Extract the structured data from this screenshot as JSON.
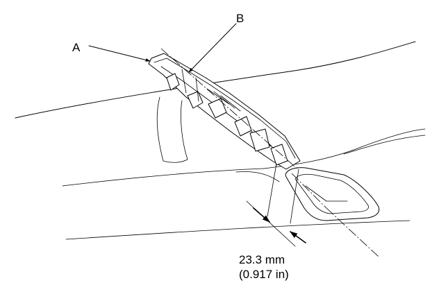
{
  "callouts": {
    "a": "A",
    "b": "B"
  },
  "dimension": {
    "metric": "23.3 mm",
    "imperial": "(0.917 in)"
  }
}
